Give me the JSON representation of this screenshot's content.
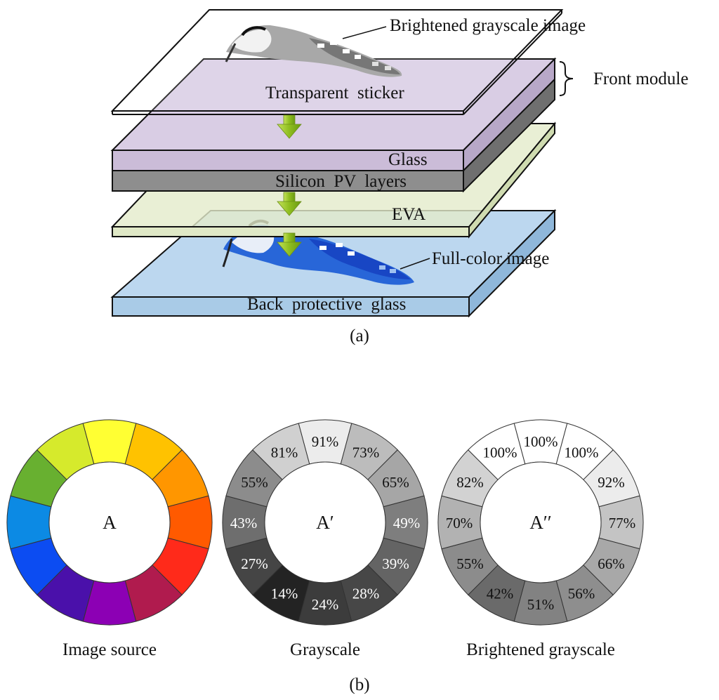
{
  "part_a": {
    "caption": "(a)",
    "labels": {
      "brightened": "Brightened grayscale image",
      "front_module": "Front module",
      "sticker": "Transparent  sticker",
      "glass": "Glass",
      "pv": "Silicon  PV  layers",
      "eva": "EVA",
      "full_color": "Full-color image",
      "back_glass": "Back  protective  glass"
    },
    "colors": {
      "sticker": "#ffffff",
      "glass_top": "#d9cde4",
      "glass_front": "#cbbcd8",
      "pv": "#8e8e8e",
      "eva": "#dfe8c6",
      "back_glass": "#a9cbe7",
      "arrow": "#9acb2c"
    }
  },
  "part_b": {
    "caption": "(b)",
    "wheels": [
      {
        "center_label": "A",
        "caption": "Image source",
        "segments": [
          {
            "color": "#ffff33",
            "label": ""
          },
          {
            "color": "#ffc200",
            "label": ""
          },
          {
            "color": "#ff9600",
            "label": ""
          },
          {
            "color": "#ff5a00",
            "label": ""
          },
          {
            "color": "#ff2a1a",
            "label": ""
          },
          {
            "color": "#b01b4e",
            "label": ""
          },
          {
            "color": "#8c00b4",
            "label": ""
          },
          {
            "color": "#4a10aa",
            "label": ""
          },
          {
            "color": "#0c4cf2",
            "label": ""
          },
          {
            "color": "#0c8ae4",
            "label": ""
          },
          {
            "color": "#68b030",
            "label": ""
          },
          {
            "color": "#d6ea2c",
            "label": ""
          }
        ]
      },
      {
        "center_label": "A′",
        "caption": "Grayscale",
        "segments": [
          {
            "color": "#ececec",
            "label": "91%",
            "text": "#111111"
          },
          {
            "color": "#bcbcbc",
            "label": "73%",
            "text": "#111111"
          },
          {
            "color": "#a6a6a6",
            "label": "65%",
            "text": "#111111"
          },
          {
            "color": "#7e7e7e",
            "label": "49%",
            "text": "#ffffff"
          },
          {
            "color": "#646464",
            "label": "39%",
            "text": "#ffffff"
          },
          {
            "color": "#474747",
            "label": "28%",
            "text": "#ffffff"
          },
          {
            "color": "#3c3c3c",
            "label": "24%",
            "text": "#ffffff"
          },
          {
            "color": "#232323",
            "label": "14%",
            "text": "#ffffff"
          },
          {
            "color": "#454545",
            "label": "27%",
            "text": "#ffffff"
          },
          {
            "color": "#6e6e6e",
            "label": "43%",
            "text": "#ffffff"
          },
          {
            "color": "#8c8c8c",
            "label": "55%",
            "text": "#111111"
          },
          {
            "color": "#d0d0d0",
            "label": "81%",
            "text": "#111111"
          }
        ]
      },
      {
        "center_label": "A′′",
        "caption": "Brightened grayscale",
        "segments": [
          {
            "color": "#ffffff",
            "label": "100%",
            "text": "#111111"
          },
          {
            "color": "#ffffff",
            "label": "100%",
            "text": "#111111"
          },
          {
            "color": "#ececec",
            "label": "92%",
            "text": "#111111"
          },
          {
            "color": "#c4c4c4",
            "label": "77%",
            "text": "#111111"
          },
          {
            "color": "#a8a8a8",
            "label": "66%",
            "text": "#111111"
          },
          {
            "color": "#8e8e8e",
            "label": "56%",
            "text": "#111111"
          },
          {
            "color": "#828282",
            "label": "51%",
            "text": "#111111"
          },
          {
            "color": "#6a6a6a",
            "label": "42%",
            "text": "#111111"
          },
          {
            "color": "#8c8c8c",
            "label": "55%",
            "text": "#111111"
          },
          {
            "color": "#b2b2b2",
            "label": "70%",
            "text": "#111111"
          },
          {
            "color": "#d2d2d2",
            "label": "82%",
            "text": "#111111"
          },
          {
            "color": "#ffffff",
            "label": "100%",
            "text": "#111111"
          }
        ]
      }
    ]
  }
}
